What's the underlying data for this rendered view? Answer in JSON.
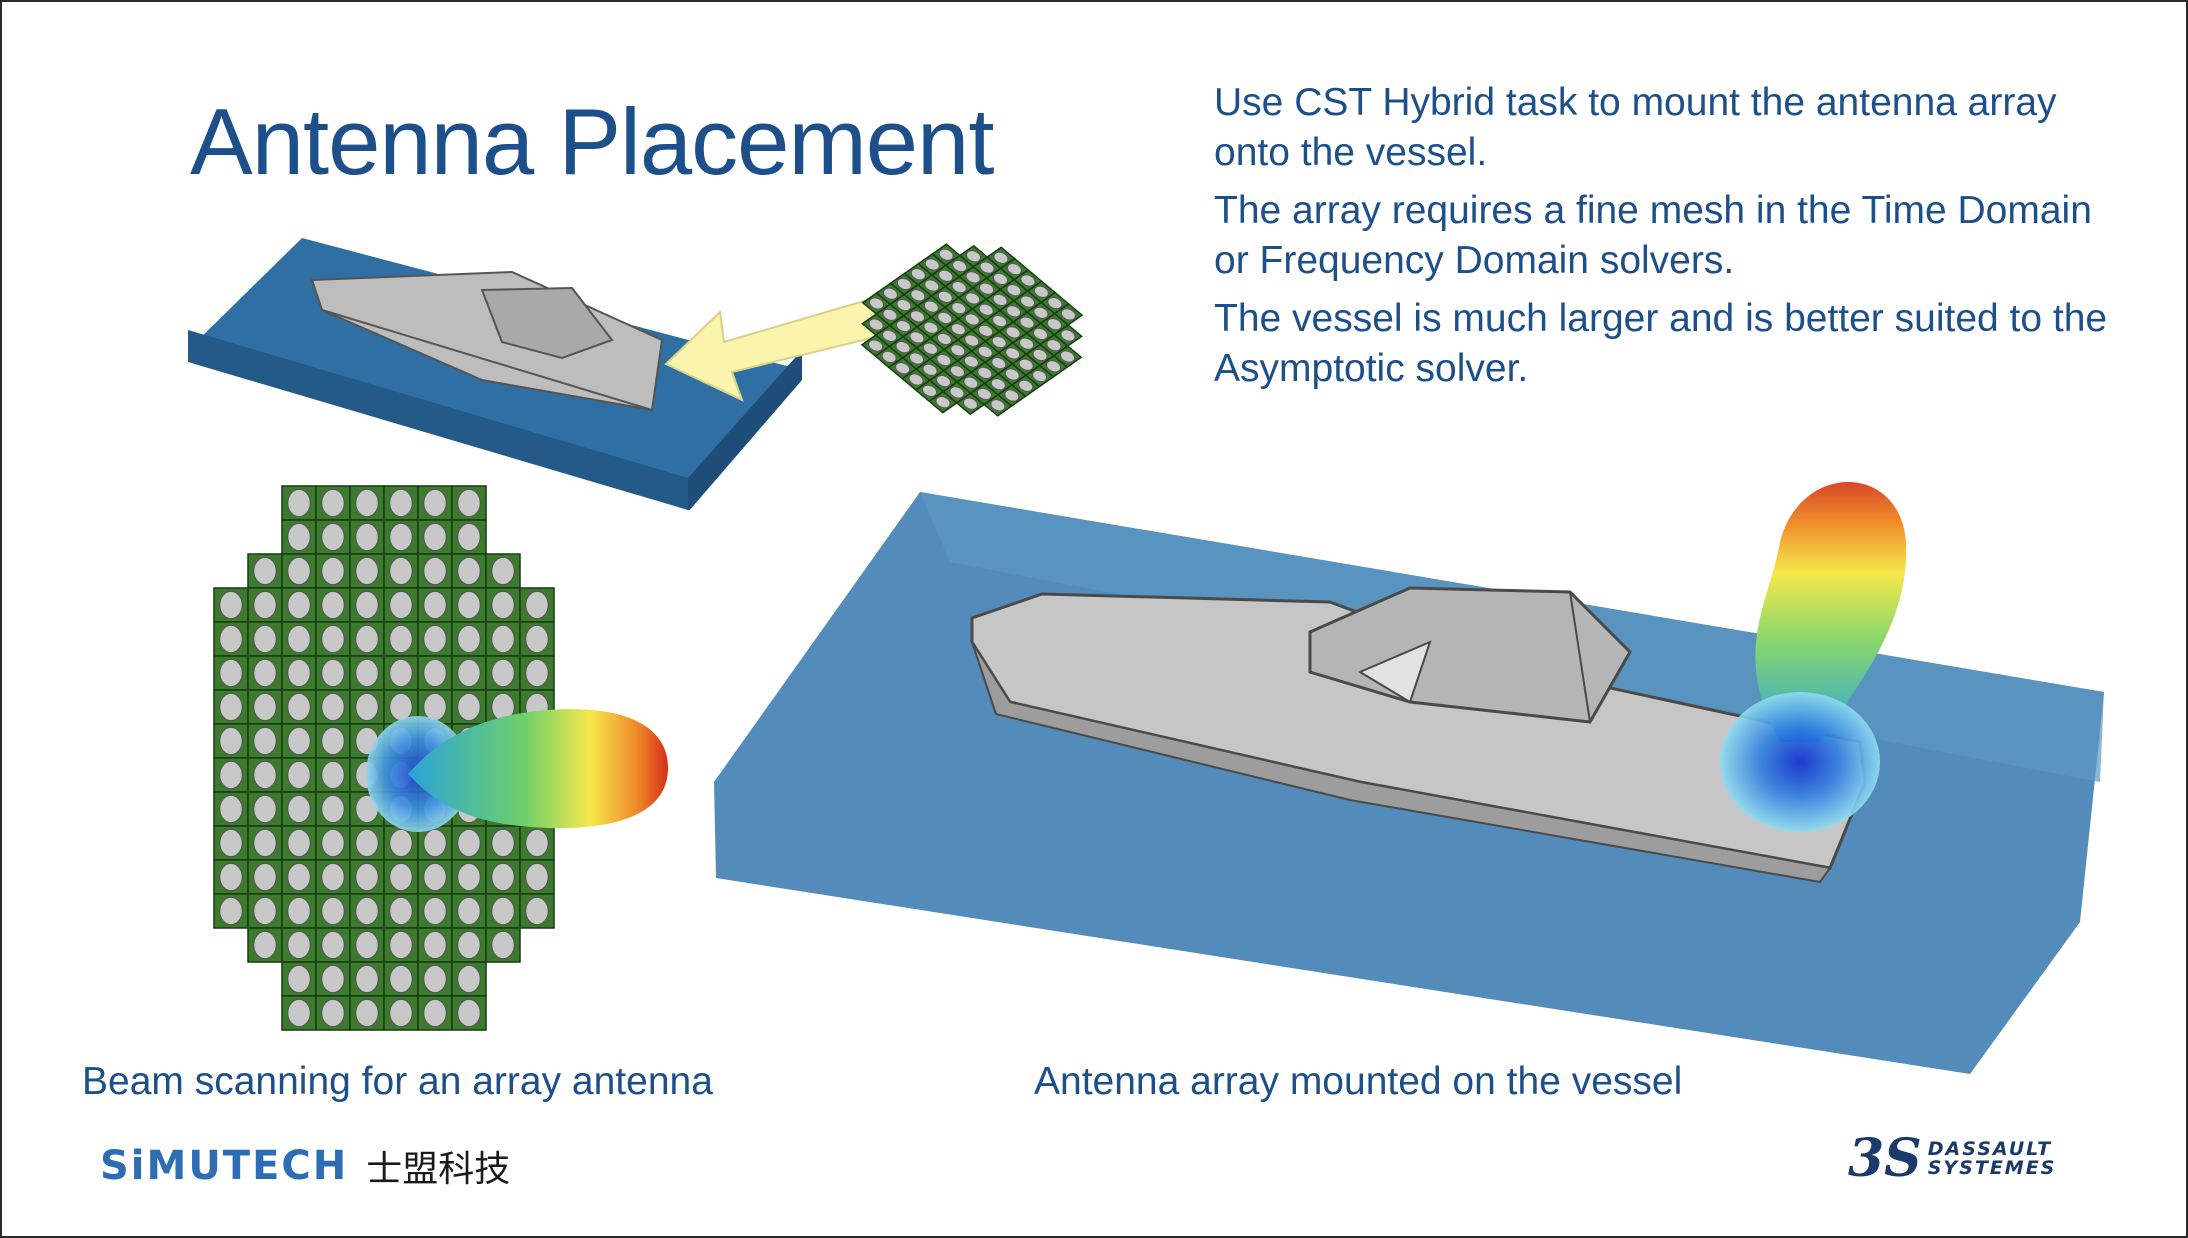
{
  "slide": {
    "title": "Antenna Placement",
    "bullets": [
      "Use CST Hybrid task to mount the antenna array onto the vessel.",
      "The array requires a fine mesh in the Time Domain or Frequency Domain solvers.",
      "The vessel is much larger and is better suited to the Asymptotic solver."
    ],
    "caption_left": "Beam scanning for an array antenna",
    "caption_right": "Antenna array mounted on the vessel"
  },
  "logos": {
    "left_brand": "SiMUTECH",
    "left_brand_cn": "士盟科技",
    "right_mark": "3S",
    "right_line1": "DASSAULT",
    "right_line2": "SYSTEMES"
  },
  "colors": {
    "title": "#1d4f8a",
    "body_text": "#1d4f8a",
    "water": "#3e7fb4",
    "array_board": "#3c7a2e",
    "arrow": "#f8f2a8",
    "hull": "#c9c9c9"
  },
  "images": {
    "small_boat_scene": "boat-on-water-illustration",
    "small_array": "antenna-array-illustration",
    "array_with_beam": "antenna-array-beam-pattern",
    "large_scene": "vessel-with-radiation-pattern"
  }
}
